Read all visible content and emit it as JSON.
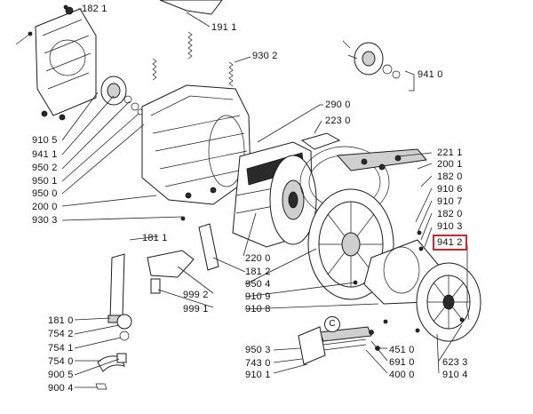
{
  "labels": {
    "l1821": "182 1",
    "l1911": "191 1",
    "l9302": "930 2",
    "l9410": "941 0",
    "l2900": "290 0",
    "l2230": "223 0",
    "l9105": "910 5",
    "l9411": "941 1",
    "l9502": "950 2",
    "l9501": "950 1",
    "l9500": "950 0",
    "l2000": "200 0",
    "l9303": "930 3",
    "l2211": "221 1",
    "l2001": "200 1",
    "l1820a": "182 0",
    "l9106": "910 6",
    "l9107": "910 7",
    "l1820b": "182 0",
    "l9103": "910 3",
    "l9412": "941 2",
    "l1811": "181 1",
    "l2200": "220 0",
    "l1812": "181 2",
    "l9504": "950 4",
    "l9109": "910 9",
    "l9108": "910 8",
    "l9992": "999 2",
    "l9991": "999 1",
    "l1810": "181 0",
    "l7542": "754 2",
    "l7541": "754 1",
    "l7540": "754 0",
    "l9005": "900 5",
    "l9004": "900 4",
    "l9503": "950 3",
    "l7430": "743 0",
    "l9101": "910 1",
    "l4510": "451 0",
    "l6910": "691 0",
    "l4000": "400 0",
    "l6233": "623 3",
    "l9104": "910 4",
    "circleTag": "C"
  },
  "colors": {
    "highlight": "#d6262a",
    "ink": "#111111",
    "background": "#ffffff"
  }
}
